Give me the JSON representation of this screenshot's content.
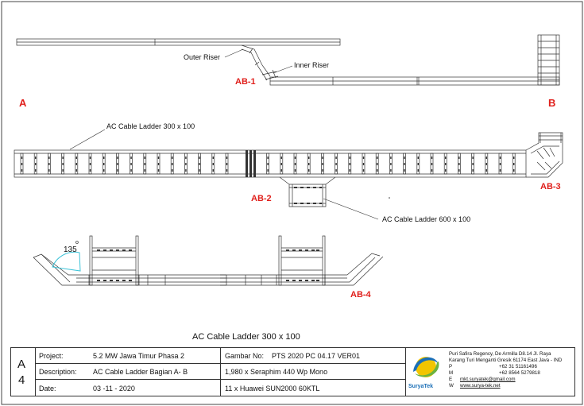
{
  "labels": {
    "outer_riser": "Outer  Riser",
    "inner_riser": "Inner Riser",
    "ab1": "AB-1",
    "ab2": "AB-2",
    "ab3": "AB-3",
    "ab4": "AB-4",
    "point_a": "A",
    "point_b": "B",
    "ladder_300": "AC Cable Ladder 300 x 100",
    "ladder_600": "AC Cable Ladder 600 x 100",
    "angle": "135",
    "degree": "o",
    "caption": "AC Cable Ladder 300 x 100"
  },
  "title_block": {
    "sheet_size": [
      "A",
      "4"
    ],
    "project_label": "Project:",
    "project_value": "5.2 MW Jawa Timur Phasa 2",
    "description_label": "Description:",
    "description_value": "AC Cable Ladder Bagian A- B",
    "date_label": "Date:",
    "date_value": "03 -11 - 2020",
    "drawing_no_label": "Gambar No:",
    "drawing_no_value": "PTS 2020 PC 04.17 VER01",
    "modules": "1,980 x Seraphim 440 Wp Mono",
    "inverters": "11 x Huawei SUN2000 60KTL"
  },
  "company": {
    "name": "SuryaTek",
    "address1": "Puri Safira Regency, De Armilla D8.14 Jl. Raya",
    "address2": "Karang Turi Menganti Gresik 61174 East Java - IND",
    "phone_label": "P",
    "phone": "+62 31 51161496",
    "mobile_label": "M",
    "mobile": "+62 8564 5279818",
    "email_label": "E",
    "email": "mkt.suryatek@gmail.com",
    "web_label": "W",
    "web": "www.surya-tek.net"
  },
  "colors": {
    "red_label": "#e0201c",
    "angle_arc": "#3cc3d8",
    "logo_blue": "#1b6fb7",
    "logo_green": "#6cb33f",
    "logo_yellow": "#f2c500"
  }
}
